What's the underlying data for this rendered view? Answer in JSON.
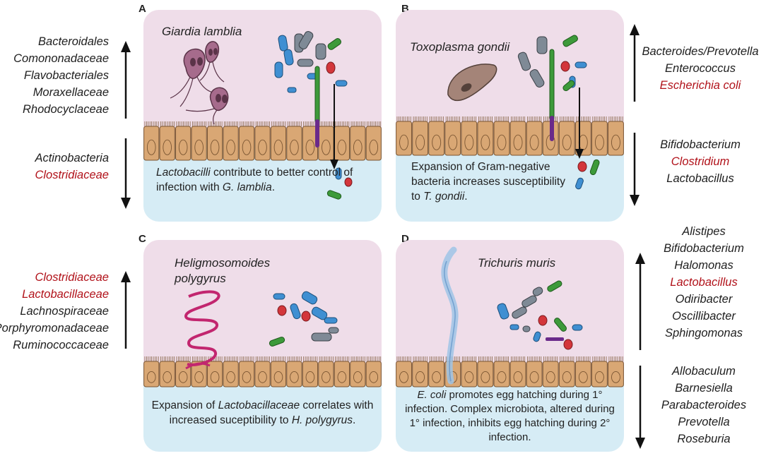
{
  "colors": {
    "lumen": "#efdde9",
    "basal": "#d6ecf5",
    "epithelium": "#d9a774",
    "epithelium_stroke": "#7a5532",
    "highlight_taxon": "#b1121a",
    "bacteria_blue": "#3f8fd2",
    "bacteria_gray": "#7f8a96",
    "bacteria_green": "#3d9a3a",
    "bacteria_red": "#d3363b",
    "helminth": "#c2266f"
  },
  "panels": [
    {
      "id": "A",
      "pathogen": "Giardia lamblia",
      "caption_parts": [
        "Lactobacilli",
        " contribute to better control of infection with ",
        "G. lamblia",
        "."
      ],
      "increased": [
        "Bacteroidales",
        "Comononadaceae",
        "Flavobacteriales",
        "Moraxellaceae",
        "Rhodocyclaceae"
      ],
      "decreased": [
        "Actinobacteria",
        "Clostridiaceae"
      ]
    },
    {
      "id": "B",
      "pathogen": "Toxoplasma gondii",
      "caption_parts": [
        "Expansion of Gram-negative bacteria increases susceptibility to ",
        "T. gondii",
        "."
      ],
      "increased": [
        "Bacteroides/Prevotella",
        "Enterococcus",
        "Escherichia coli"
      ],
      "decreased": [
        "Bifidobacterium",
        "Clostridium",
        "Lactobacillus"
      ]
    },
    {
      "id": "C",
      "pathogen_lines": [
        "Heligmosomoides",
        "polygyrus"
      ],
      "caption_parts": [
        "Expansion of ",
        "Lactobacillaceae",
        " correlates with increased suceptibility to ",
        "H. polygyrus",
        "."
      ],
      "increased": [
        "Clostridiaceae",
        "Lactobacillaceae",
        "Lachnospiraceae",
        "Porphyromonadaceae",
        "Ruminococcaceae"
      ]
    },
    {
      "id": "D",
      "pathogen": "Trichuris muris",
      "caption_parts": [
        "E. coli",
        " promotes egg hatching during 1° infection. Complex microbiota, altered during 1° infection, inhibits egg hatching during 2° infection."
      ],
      "increased": [
        "Alistipes",
        "Bifidobacterium",
        "Halomonas",
        "Lactobacillus",
        "Odiribacter",
        "Oscillibacter",
        "Sphingomonas"
      ],
      "decreased": [
        "Allobaculum",
        "Barnesiella",
        "Parabacteroides",
        "Prevotella",
        "Roseburia"
      ]
    }
  ],
  "highlighted_taxa": [
    "Clostridiaceae",
    "Escherichia coli",
    "Clostridium",
    "Lactobacillaceae",
    "Lactobacillus"
  ]
}
